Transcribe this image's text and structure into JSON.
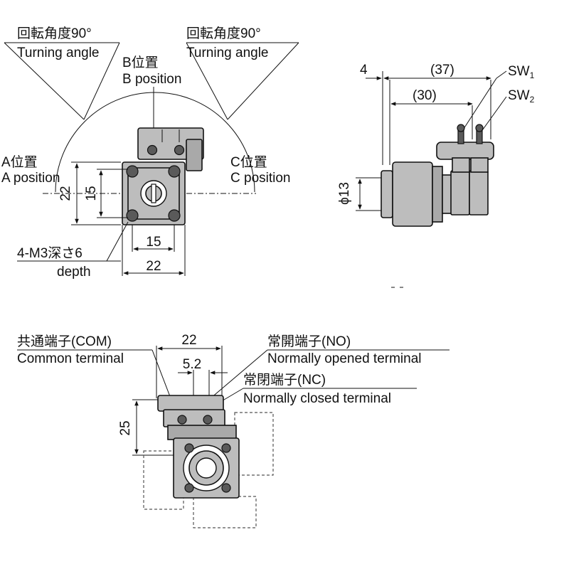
{
  "top_left": {
    "turn_jp_1": "回転角度90°",
    "turn_en_1": "Turning angle",
    "turn_jp_2": "回転角度90°",
    "turn_en_2": "Turning angle",
    "b_jp": "B位置",
    "b_en": "B position",
    "a_jp": "A位置",
    "a_en": "A position",
    "c_jp": "C位置",
    "c_en": "C position",
    "dim_22_v": "22",
    "dim_15_v": "15",
    "dim_15_h": "15",
    "dim_22_h": "22",
    "mount_jp": "4-M3深さ6",
    "mount_en": "depth"
  },
  "top_right": {
    "dim_4": "4",
    "dim_37": "(37)",
    "dim_30": "(30)",
    "sw1": "SW",
    "sw1_sub": "1",
    "sw2": "SW",
    "sw2_sub": "2",
    "phi13": "ϕ13"
  },
  "bottom": {
    "com_jp": "共通端子(COM)",
    "com_en": "Common terminal",
    "no_jp": "常開端子(NO)",
    "no_en": "Normally opened terminal",
    "nc_jp": "常閉端子(NC)",
    "nc_en": "Normally closed terminal",
    "dim_22": "22",
    "dim_5_2": "5.2",
    "dim_25": "25"
  },
  "colors": {
    "ink": "#111111",
    "body_fill": "#bdbdbd",
    "background": "#ffffff"
  }
}
